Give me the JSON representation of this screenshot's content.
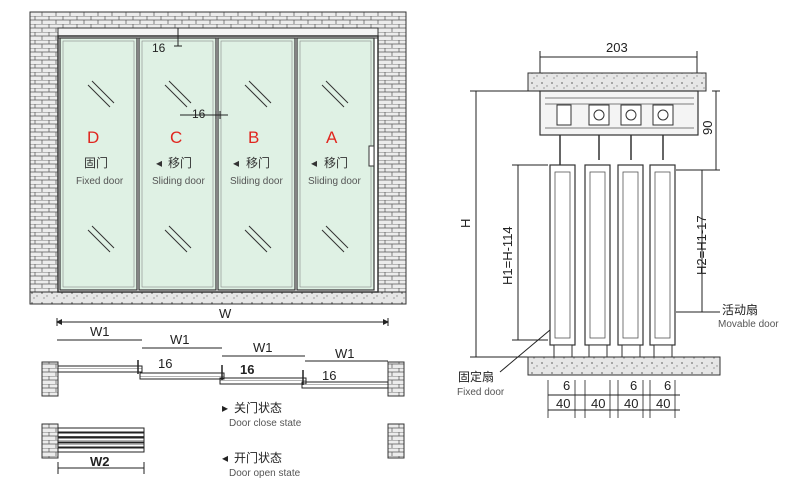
{
  "front_view": {
    "top_dim": "16",
    "gap_dim": "16",
    "panels": [
      {
        "letter": "D",
        "cn": "固门",
        "en": "Fixed door",
        "arrow": ""
      },
      {
        "letter": "C",
        "cn": "移门",
        "en": "Sliding door",
        "arrow": "◂"
      },
      {
        "letter": "B",
        "cn": "移门",
        "en": "Sliding door",
        "arrow": "◂"
      },
      {
        "letter": "A",
        "cn": "移门",
        "en": "Sliding door",
        "arrow": "◂"
      }
    ]
  },
  "plan_view": {
    "total_label": "W",
    "w1_labels": [
      "W1",
      "W1",
      "W1",
      "W1"
    ],
    "offsets": [
      "16",
      "16",
      "16"
    ],
    "w2_label": "W2",
    "close_state": {
      "cn": "关门状态",
      "en": "Door close state"
    },
    "open_state": {
      "cn": "开门状态",
      "en": "Door open state"
    }
  },
  "section_view": {
    "width_label": "203",
    "height_label": "90",
    "h_label": "H",
    "h1_label": "H1=H-114",
    "h2_label": "H2=H1-17",
    "movable_label": {
      "cn": "活动扇",
      "en": "Movable door"
    },
    "fixed_label": {
      "cn": "固定扇",
      "en": "Fixed door"
    },
    "gaps": [
      "6",
      "6",
      "6"
    ],
    "widths": [
      "40",
      "40",
      "40",
      "40"
    ]
  },
  "colors": {
    "glass": "#dff1e4",
    "brick": "#c8c8c8",
    "frame": "#333333",
    "label_red": "#e0261f"
  }
}
